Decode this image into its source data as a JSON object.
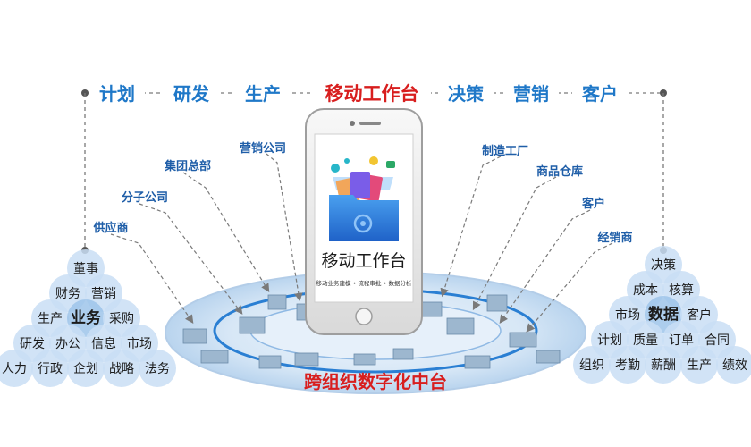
{
  "top_pillars": [
    "计划",
    "研发",
    "生产",
    "移动工作台",
    "决策",
    "营销",
    "客户"
  ],
  "highlight_index": 3,
  "left_labels": [
    "集团总部",
    "分子公司",
    "供应商"
  ],
  "center_label": "营销公司",
  "right_labels": [
    "制造工厂",
    "商品仓库",
    "客户",
    "经销商"
  ],
  "phone": {
    "title": "移动工作台",
    "subtitle": "移动业务建模 • 流程审批 • 数据分析"
  },
  "ring_title": "跨组织数字化中台",
  "left_pyramid": {
    "rows": [
      [
        "董事"
      ],
      [
        "财务",
        "营销"
      ],
      [
        "生产",
        "业务",
        "采购"
      ],
      [
        "研发",
        "办公",
        "信息",
        "市场"
      ],
      [
        "人力",
        "行政",
        "企划",
        "战略",
        "法务"
      ]
    ]
  },
  "right_pyramid": {
    "rows": [
      [
        "决策"
      ],
      [
        "成本",
        "核算"
      ],
      [
        "市场",
        "数据",
        "客户"
      ],
      [
        "计划",
        "质量",
        "订单",
        "合同"
      ],
      [
        "组织",
        "考勤",
        "薪酬",
        "生产",
        "绩效"
      ]
    ]
  },
  "colors": {
    "accent_blue": "#1f78c8",
    "highlight_red": "#d81e1e",
    "bubble_blue": "#c9def5",
    "line_grey": "#7a7a7a"
  }
}
